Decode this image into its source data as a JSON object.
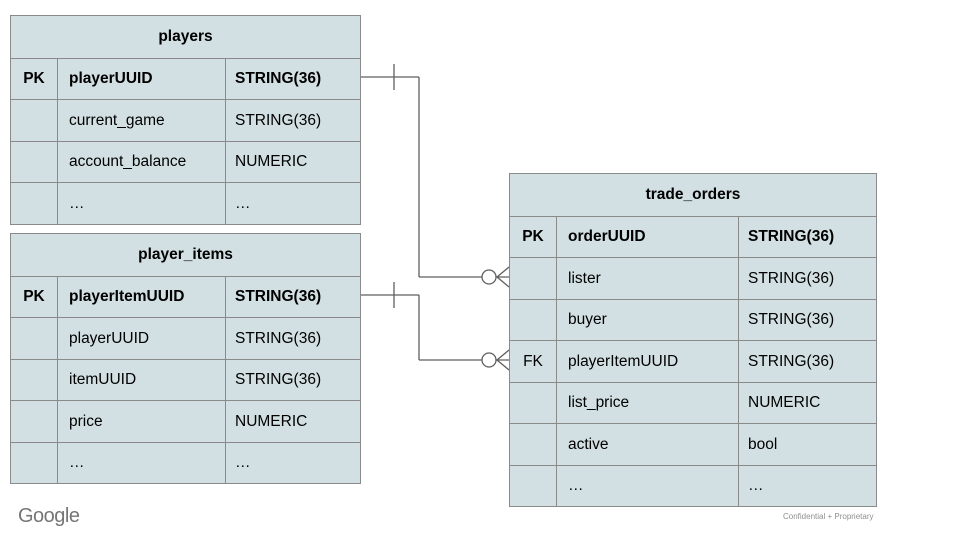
{
  "slide": {
    "background": "#ffffff",
    "footer": {
      "logo_text": "Google",
      "note": "Confidential + Proprietary"
    }
  },
  "colors": {
    "table_fill": "#d3e0e3",
    "table_border": "#8a8a8a",
    "connector": "#5f5f5f",
    "text": "#000000",
    "logo_gray": "#767676",
    "note_gray": "#8f8f8f"
  },
  "tables": [
    {
      "id": "players",
      "title": "players",
      "rows": [
        {
          "key": "PK",
          "name": "playerUUID",
          "type": "STRING(36)",
          "bold": true
        },
        {
          "key": "",
          "name": "current_game",
          "type": "STRING(36)",
          "bold": false
        },
        {
          "key": "",
          "name": "account_balance",
          "type": "NUMERIC",
          "bold": false
        },
        {
          "key": "",
          "name": "…",
          "type": "…",
          "bold": false
        }
      ]
    },
    {
      "id": "player_items",
      "title": "player_items",
      "rows": [
        {
          "key": "PK",
          "name": "playerItemUUID",
          "type": "STRING(36)",
          "bold": true
        },
        {
          "key": "",
          "name": "playerUUID",
          "type": "STRING(36)",
          "bold": false
        },
        {
          "key": "",
          "name": "itemUUID",
          "type": "STRING(36)",
          "bold": false
        },
        {
          "key": "",
          "name": "price",
          "type": "NUMERIC",
          "bold": false
        },
        {
          "key": "",
          "name": "…",
          "type": "…",
          "bold": false
        }
      ]
    },
    {
      "id": "trade_orders",
      "title": "trade_orders",
      "rows": [
        {
          "key": "PK",
          "name": "orderUUID",
          "type": "STRING(36)",
          "bold": true
        },
        {
          "key": "",
          "name": "lister",
          "type": "STRING(36)",
          "bold": false
        },
        {
          "key": "",
          "name": "buyer",
          "type": "STRING(36)",
          "bold": false
        },
        {
          "key": "FK",
          "name": "playerItemUUID",
          "type": "STRING(36)",
          "bold": false
        },
        {
          "key": "",
          "name": "list_price",
          "type": "NUMERIC",
          "bold": false
        },
        {
          "key": "",
          "name": "active",
          "type": "bool",
          "bold": false
        },
        {
          "key": "",
          "name": "…",
          "type": "…",
          "bold": false
        }
      ]
    }
  ],
  "relationships": [
    {
      "from_table": "players",
      "from_column": "playerUUID",
      "to_table": "trade_orders",
      "to_column": "lister",
      "from_cardinality": "one",
      "to_cardinality": "zero-or-many"
    },
    {
      "from_table": "player_items",
      "from_column": "playerItemUUID",
      "to_table": "trade_orders",
      "to_column": "playerItemUUID",
      "from_cardinality": "one",
      "to_cardinality": "zero-or-many"
    }
  ]
}
